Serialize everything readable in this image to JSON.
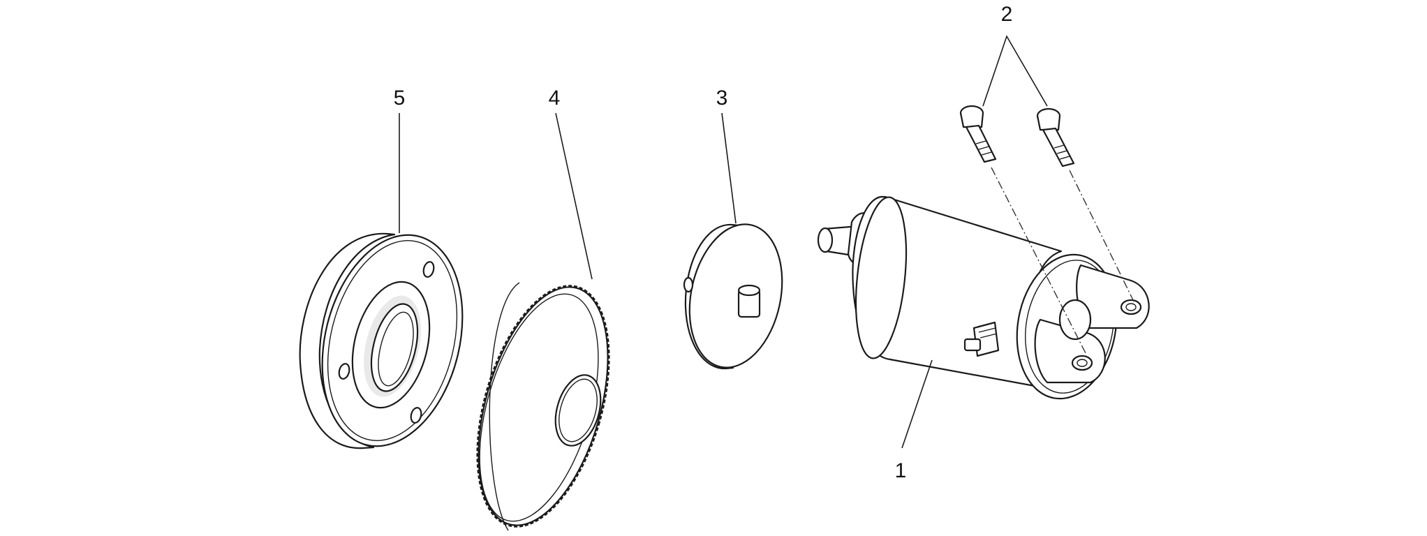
{
  "labels": {
    "part_1": "1",
    "part_2": "2",
    "part_3": "3",
    "part_4": "4",
    "part_5": "5"
  },
  "colors": {
    "ink": "#1a1a1a",
    "background": "#ffffff",
    "shade": "#e9e9e9"
  }
}
